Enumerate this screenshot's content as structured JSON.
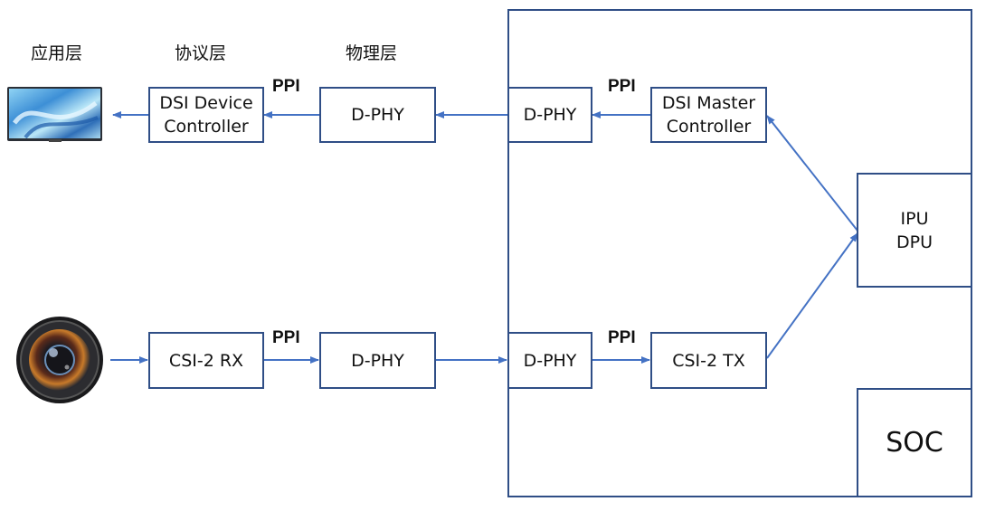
{
  "layers": {
    "application": "应用层",
    "protocol": "协议层",
    "physical": "物理层"
  },
  "ppi_labels": [
    "PPI",
    "PPI",
    "PPI",
    "PPI"
  ],
  "display_path": {
    "dsi_device_controller": "DSI Device\nController",
    "dphy_peripheral": "D-PHY",
    "dphy_soc": "D-PHY",
    "dsi_master_controller": "DSI Master\nController"
  },
  "camera_path": {
    "csi2_rx": "CSI-2 RX",
    "dphy_peripheral": "D-PHY",
    "dphy_soc": "D-PHY",
    "csi2_tx": "CSI-2 TX"
  },
  "ipu_dpu": "IPU\nDPU",
  "soc_label": "SOC",
  "icons": {
    "display": "display-icon",
    "camera": "camera-lens-icon"
  },
  "colors": {
    "line": "#2f4e86",
    "arrow": "#4472c4"
  }
}
